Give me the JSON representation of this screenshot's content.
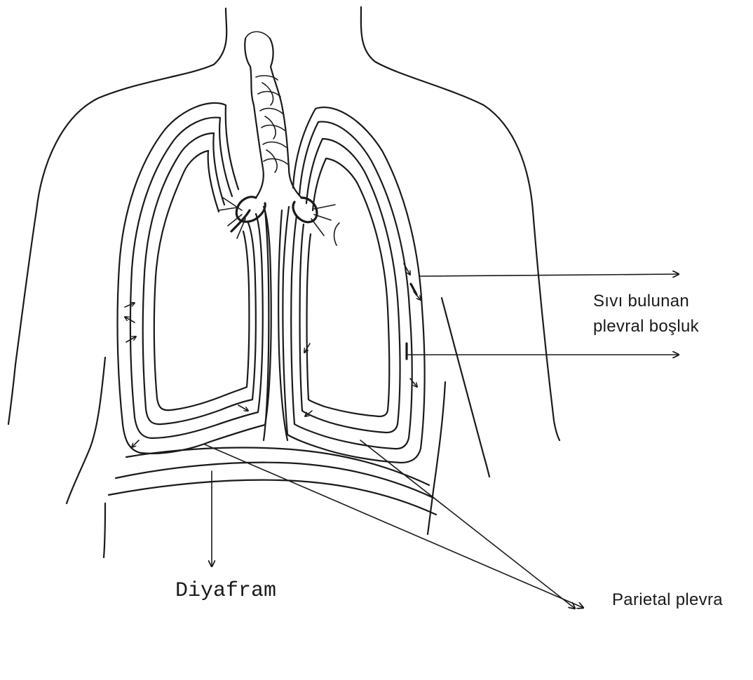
{
  "labels": {
    "pleural_space": [
      "Sıvı bulunan",
      "plevral boşluk"
    ],
    "diaphragm": "Diyafram",
    "parietal_pleura": "Parietal plevra"
  },
  "colors": {
    "ink": "#1a1a1a",
    "paper": "#ffffff"
  }
}
